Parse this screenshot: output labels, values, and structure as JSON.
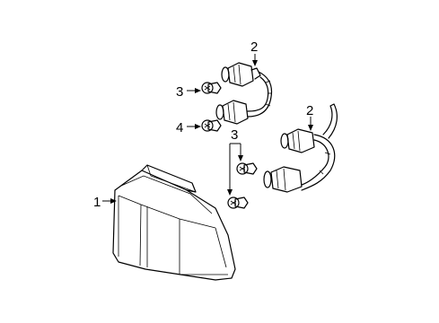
{
  "diagram": {
    "callouts": [
      {
        "id": "lamp-housing",
        "label": "1"
      },
      {
        "id": "socket-harness-upper",
        "label": "2"
      },
      {
        "id": "socket-harness-lower",
        "label": "2"
      },
      {
        "id": "bulb-upper-left",
        "label": "3"
      },
      {
        "id": "bulb-pair-center",
        "label": "3"
      },
      {
        "id": "bulb-lower-left",
        "label": "4"
      }
    ]
  }
}
